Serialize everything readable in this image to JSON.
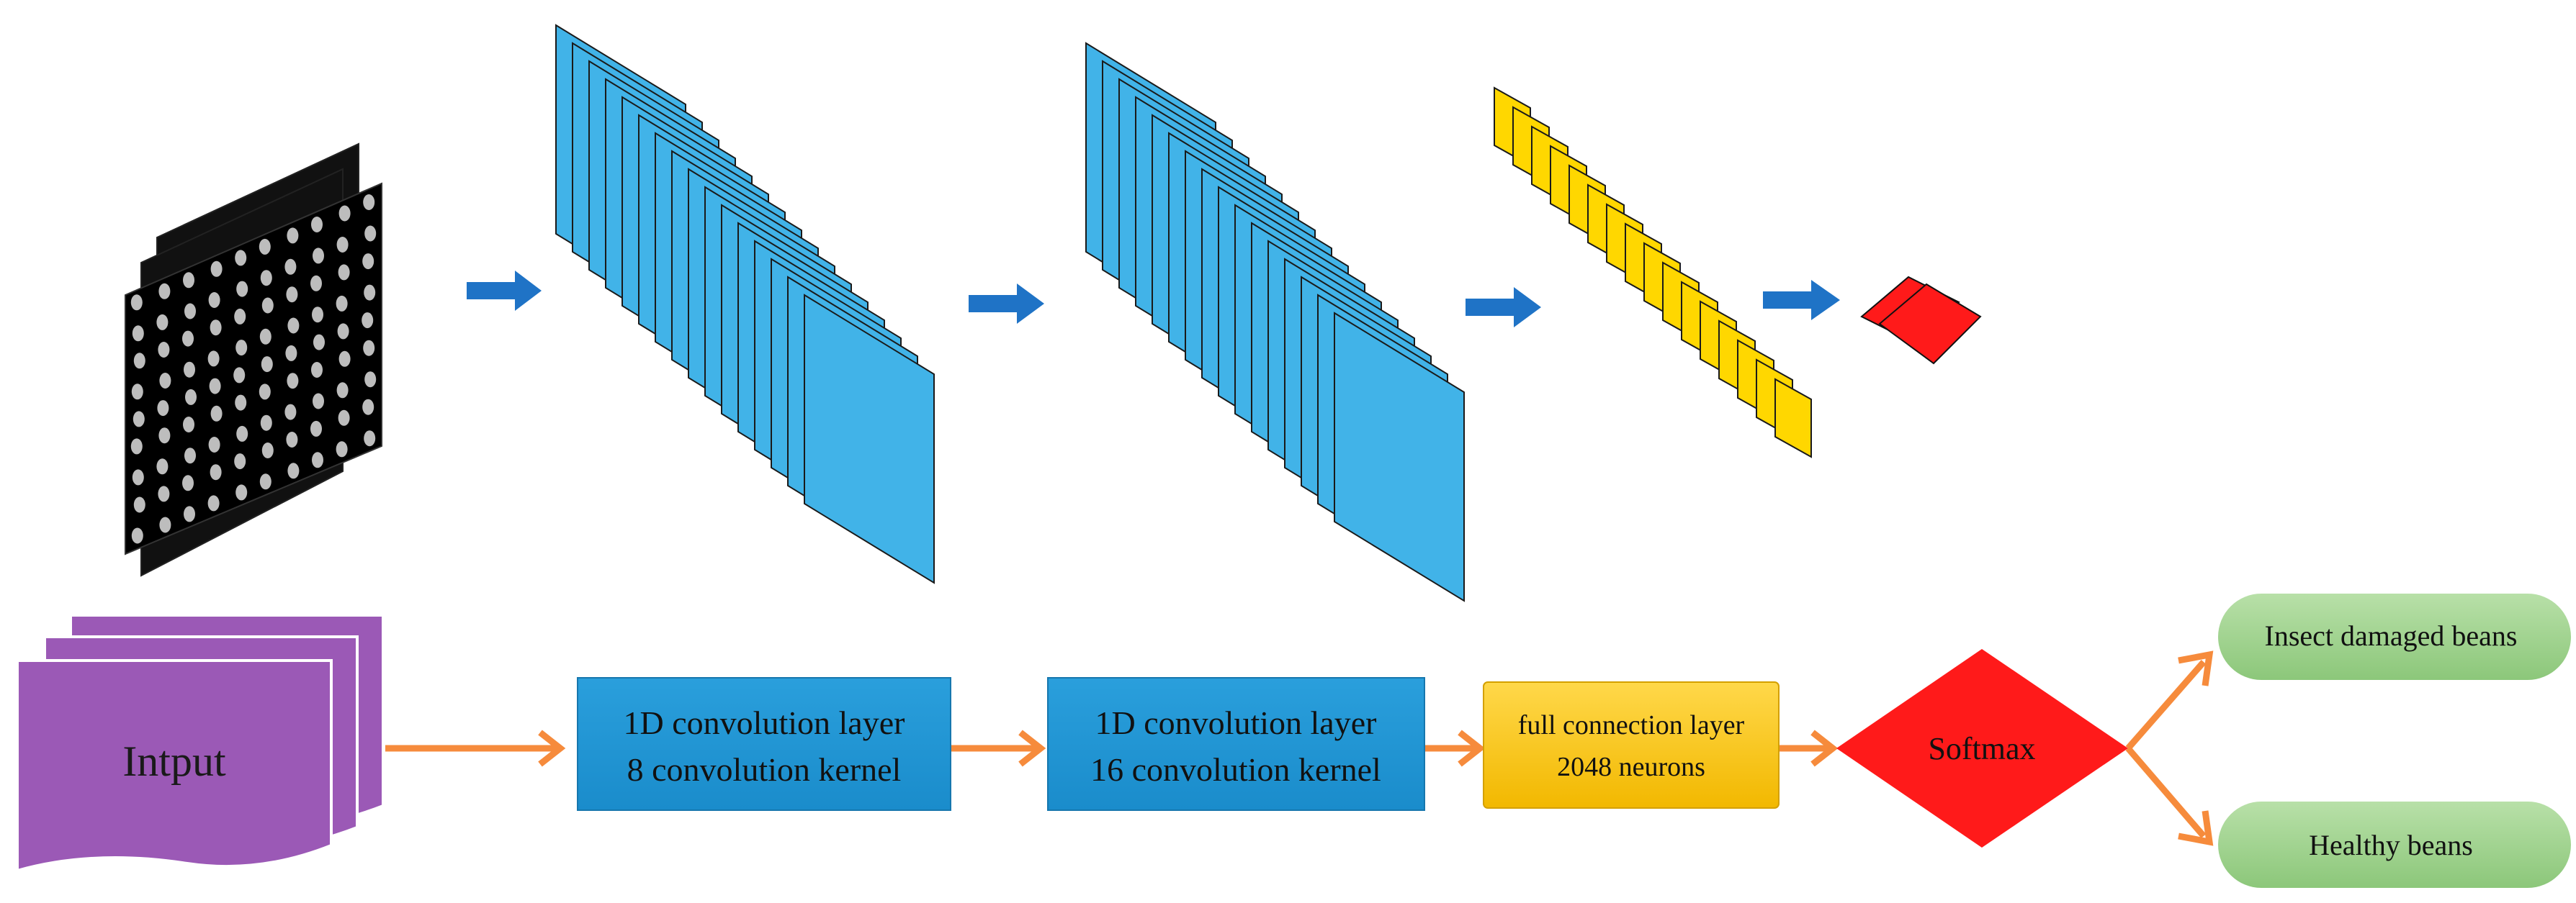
{
  "input_label": "Intput",
  "layers": [
    {
      "line1": "1D convolution layer",
      "line2": "8 convolution kernel"
    },
    {
      "line1": "1D convolution layer",
      "line2": "16 convolution kernel"
    },
    {
      "line1": "full connection layer",
      "line2": "2048 neurons"
    }
  ],
  "softmax_label": "Softmax",
  "outputs": [
    "Insect damaged beans",
    "Healthy beans"
  ],
  "colors": {
    "input_purple": "#9B59B6",
    "conv_blue": "#1E95D4",
    "feature_map_blue": "#41B3E8",
    "fc_yellow": "#FFD700",
    "softmax_red": "#FF1A1A",
    "output_green": "#98CE88",
    "arrow_orange": "#F68B3C",
    "arrow_blue": "#1F73C6"
  }
}
